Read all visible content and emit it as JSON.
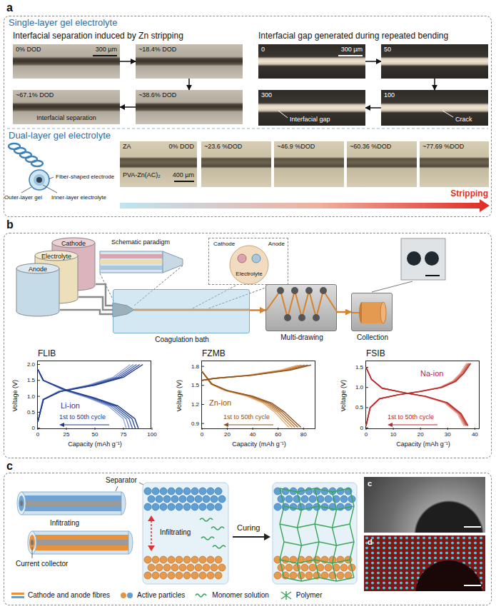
{
  "diagram": {
    "nodes": [
      {
        "text": [
          "a"
        ]
      },
      {
        "text": [
          "0% DOD",
          "300 µm"
        ],
        "in": 0
      },
      {
        "text": [
          "~18.4% DOD"
        ],
        "in": 0
      },
      {
        "text": [
          "~38.6% DOD"
        ],
        "in": 0
      },
      {
        "text": [
          "~67.1% DOD",
          "Interfacial separation"
        ],
        "in": 0
      },
      {
        "text": [
          "0",
          "300 µm"
        ],
        "in": 0
      },
      {
        "text": [
          "50"
        ],
        "in": 0
      },
      {
        "text": [
          "100",
          "Crack"
        ],
        "in": 0
      },
      {
        "text": [
          "300",
          "Interfacial gap"
        ],
        "in": 0
      },
      {
        "text": [
          "ZA",
          "0% DOD",
          "PVA-Zn(AC)₂",
          "400 µm"
        ],
        "in": 0
      },
      {
        "text": [
          "~23.6 %DOD"
        ],
        "in": 0
      },
      {
        "text": [
          "~46.9 %DOD"
        ],
        "in": 0
      },
      {
        "text": [
          "~60.36 %DOD"
        ],
        "in": 0
      },
      {
        "text": [
          "~77.69 %DOD"
        ],
        "in": 0
      },
      {
        "text": [
          "b"
        ]
      },
      {
        "text": [
          "Cathode"
        ],
        "in": 14
      },
      {
        "text": [
          "Electrolyte"
        ],
        "in": 14
      },
      {
        "text": [
          "Anode"
        ],
        "in": 14
      },
      {
        "text": [
          "Schematic paradigm"
        ],
        "in": 14
      },
      {
        "text": [
          "Cathode",
          "Anode",
          "Electrolyte"
        ],
        "in": 14
      },
      {
        "text": [
          "Coagulation bath"
        ],
        "in": 14
      },
      {
        "text": [
          "Multi-drawing"
        ],
        "in": 14
      },
      {
        "text": [
          "Collection"
        ],
        "in": 14
      },
      {
        "text": [
          "FLIB",
          "Li-ion",
          "1st to 50th cycle",
          "Voltage (V)",
          "Capacity (mAh g⁻¹)",
          "0",
          "0.5",
          "1.0",
          "1.5",
          "2.0",
          "0",
          "25",
          "50",
          "75",
          "100"
        ],
        "in": 14
      },
      {
        "text": [
          "FZMB",
          "Zn-ion",
          "1st to 50th cycle",
          "Voltage (V)",
          "Capacity (mAh g⁻¹)",
          "0.9",
          "1.2",
          "1.5",
          "1.8",
          "0",
          "20",
          "40",
          "60",
          "80"
        ],
        "in": 14
      },
      {
        "text": [
          "FSIB",
          "Na-ion",
          "1st to 50th cycle",
          "Voltage (V)",
          "Capacity (mAh g⁻¹)",
          "0",
          "0.5",
          "1.0",
          "1.5",
          "0",
          "10",
          "20",
          "30",
          "40"
        ],
        "in": 14
      },
      {
        "text": [
          "c"
        ]
      },
      {
        "text": [
          "c"
        ],
        "in": 26
      },
      {
        "text": [
          "d"
        ],
        "in": 26
      }
    ],
    "edges": [
      {
        "from": 1,
        "to": 2,
        "arrow": "to"
      },
      {
        "from": 2,
        "to": 3,
        "arrow": "to"
      },
      {
        "from": 3,
        "to": 4,
        "arrow": "to"
      },
      {
        "from": 5,
        "to": 6,
        "arrow": "to"
      },
      {
        "from": 6,
        "to": 7,
        "arrow": "to"
      },
      {
        "from": 7,
        "to": 8,
        "arrow": "to"
      },
      {
        "from": 15,
        "to": 20,
        "arrow": "none"
      },
      {
        "from": 16,
        "to": 20,
        "arrow": "none"
      },
      {
        "from": 17,
        "to": 20,
        "arrow": "none"
      },
      {
        "from": 20,
        "to": 21,
        "arrow": "to"
      },
      {
        "from": 21,
        "to": 22,
        "arrow": "to"
      }
    ],
    "labels": [
      "Single-layer gel electrolyte",
      "Interfacial separation induced by Zn stripping",
      "Interfacial gap generated during repeated bending",
      "Dual-layer gel electrolyte",
      "Outer-layer gel",
      "Fiber-shaped electrode",
      "Inner-layer electrolyte",
      "Stripping",
      "Separator",
      "Infitrating",
      "Current collector",
      "Infiltrating",
      "Curing"
    ],
    "legend": [
      {
        "text": "Cathode and anode fibres"
      },
      {
        "text": "Active particles"
      },
      {
        "text": "Monomer solution"
      },
      {
        "text": "Polymer"
      }
    ]
  }
}
